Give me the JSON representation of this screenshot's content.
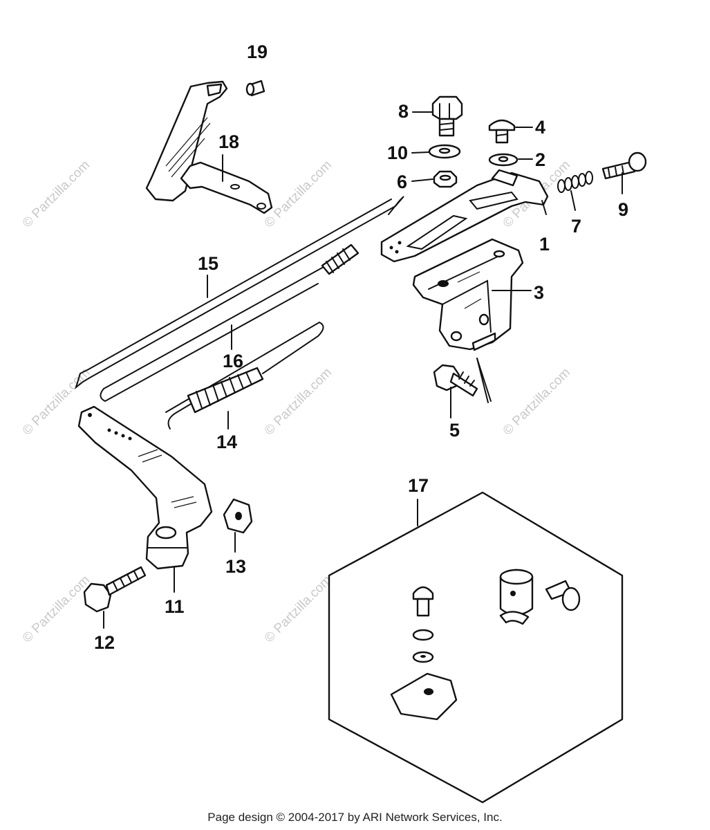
{
  "footer": "Page design © 2004-2017 by ARI Network Services, Inc.",
  "watermark": "© Partzilla.com",
  "callouts": {
    "c1": "1",
    "c2": "2",
    "c3": "3",
    "c4": "4",
    "c5": "5",
    "c6": "6",
    "c7": "7",
    "c8": "8",
    "c9": "9",
    "c10": "10",
    "c11": "11",
    "c12": "12",
    "c13": "13",
    "c14": "14",
    "c15": "15",
    "c16": "16",
    "c17": "17",
    "c18": "18",
    "c19": "19"
  }
}
